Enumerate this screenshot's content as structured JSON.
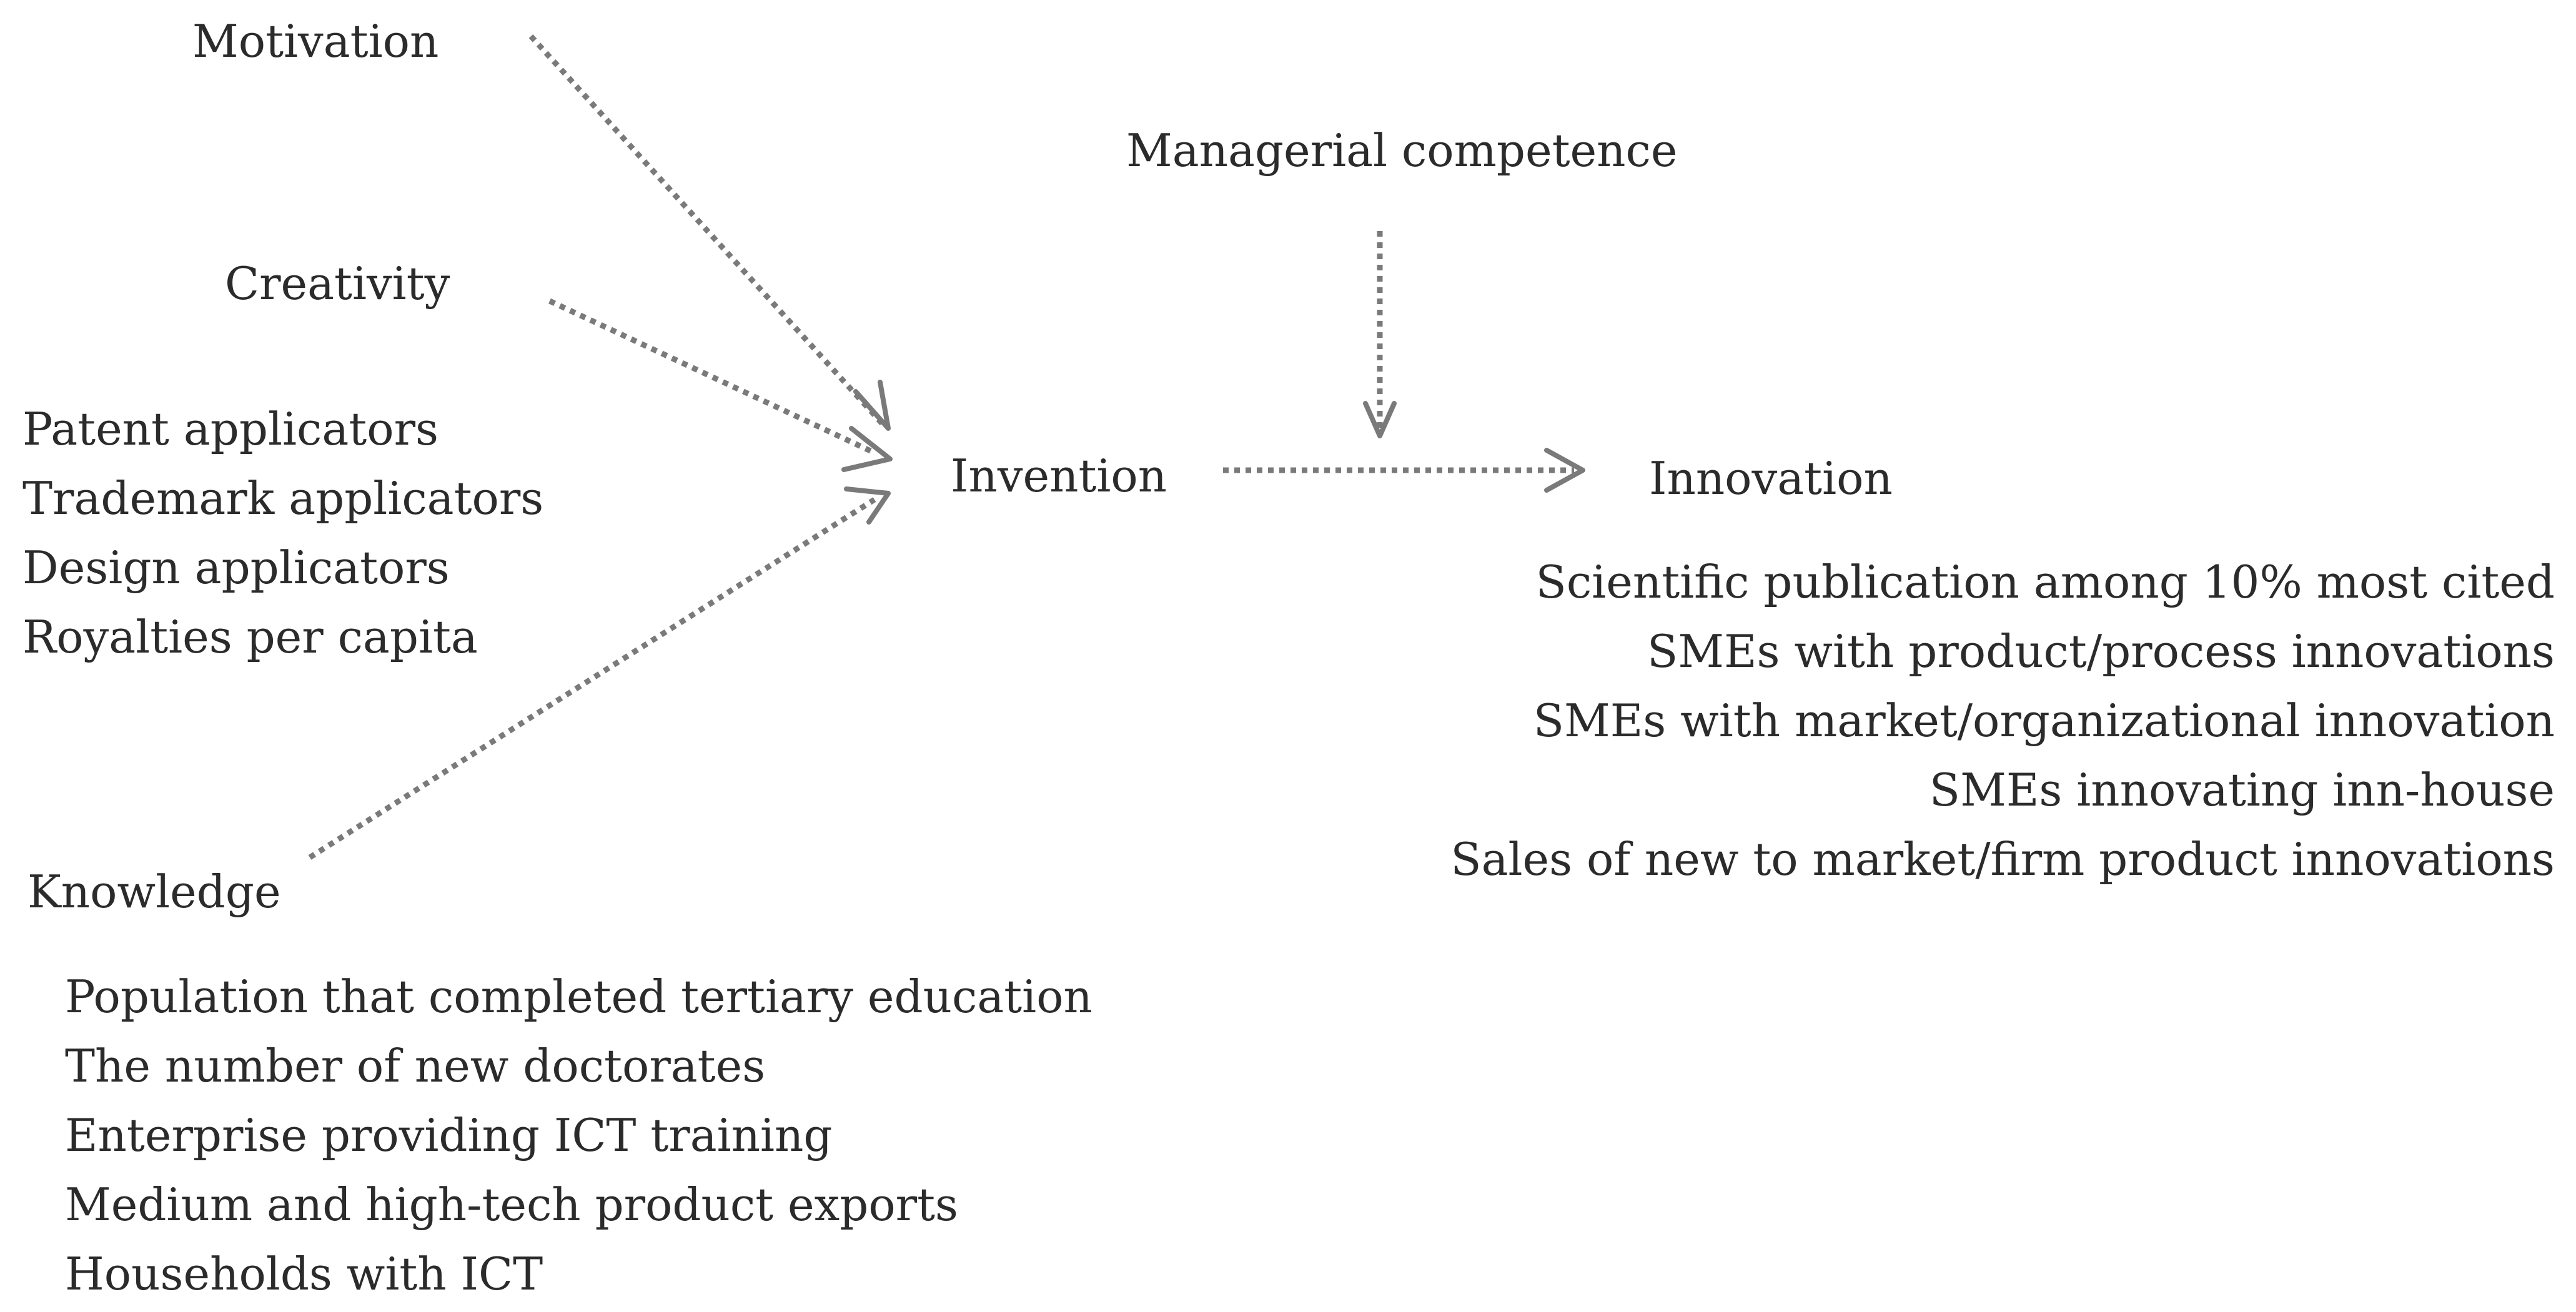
{
  "nodes": {
    "motivation": "Motivation",
    "creativity": "Creativity",
    "knowledge": "Knowledge",
    "invention": "Invention",
    "innovation": "Innovation",
    "managerial": "Managerial competence"
  },
  "creativity_indicators": [
    "Patent applicators",
    "Trademark applicators",
    "Design applicators",
    "Royalties per capita"
  ],
  "knowledge_indicators": [
    "Population that completed tertiary education",
    "The number of new doctorates",
    "Enterprise providing ICT training",
    "Medium and high-tech product exports",
    "Households with ICT"
  ],
  "innovation_indicators": [
    "Scientific publication among 10% most cited",
    "SMEs with product/process innovations",
    "SMEs with market/organizational innovation",
    "SMEs innovating inn-house",
    "Sales of new to market/firm product innovations"
  ],
  "style": {
    "arrow_color": "#7a7a7a",
    "text_color": "#2b2b2b"
  }
}
